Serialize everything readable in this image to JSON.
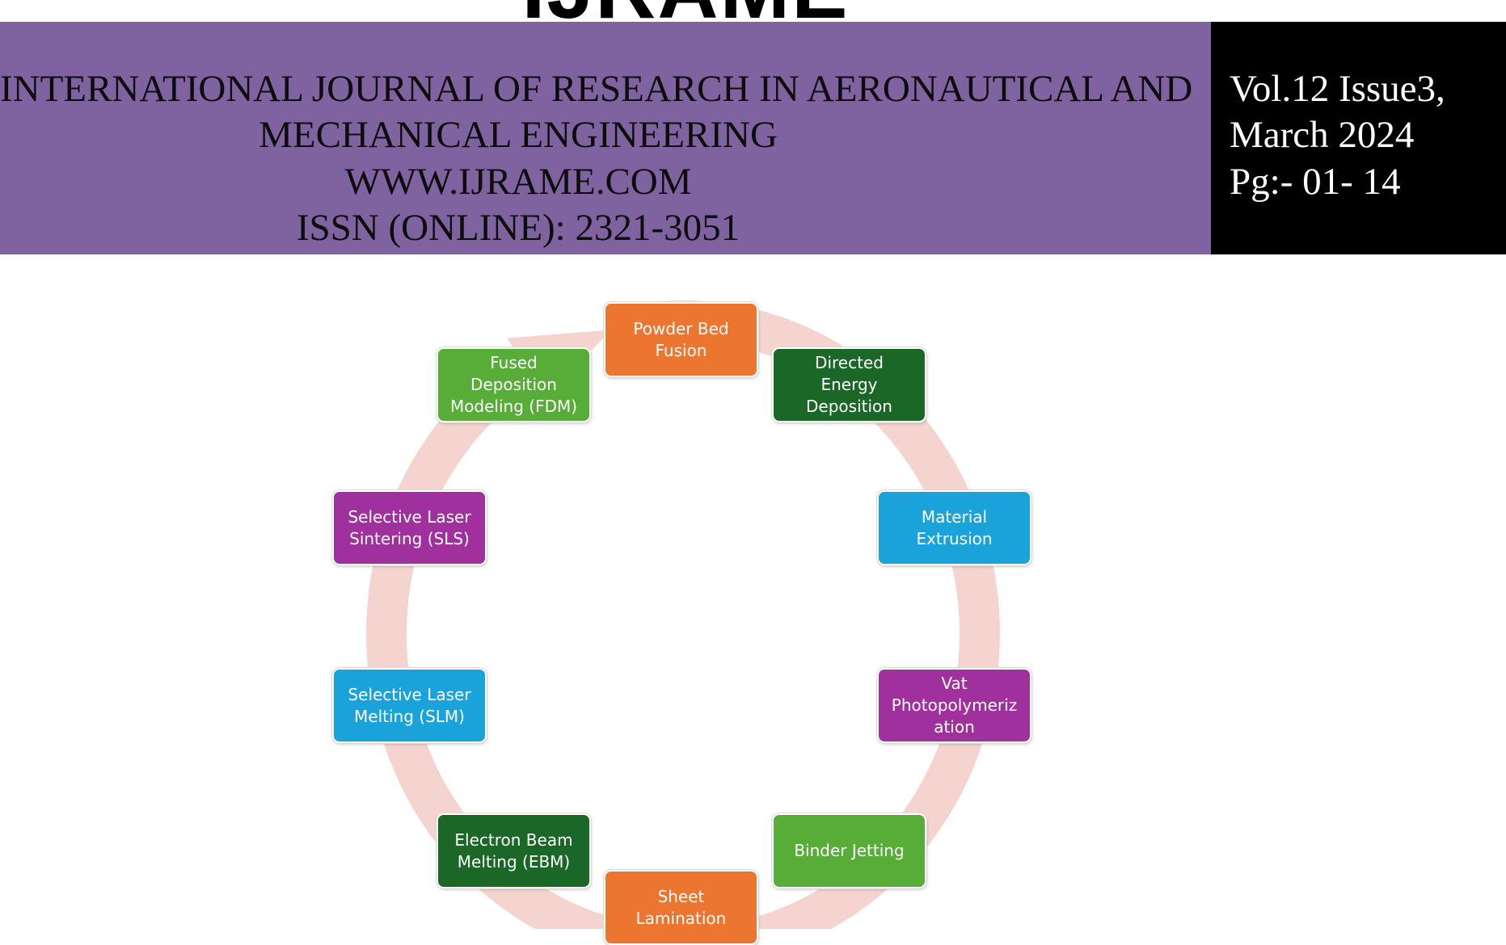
{
  "header": {
    "logo_text": "IJRAME",
    "journal_lines": [
      "INTERNATIONAL JOURNAL OF RESEARCH IN AERONAUTICAL AND",
      "MECHANICAL ENGINEERING",
      "WWW.IJRAME.COM",
      "ISSN (ONLINE): 2321-3051"
    ],
    "issue_lines": [
      "Vol.12 Issue3,",
      "March 2024",
      "Pg:- 01- 14"
    ]
  },
  "colors": {
    "banner": "#7f63a0",
    "issue_box": "#000000",
    "cycle_arrow": "#f5d4cf",
    "orange": "#ec7530",
    "dark_green": "#1b6728",
    "light_green": "#58ad38",
    "blue": "#1aa3db",
    "magenta": "#a0309d"
  },
  "diagram": {
    "nodes": [
      {
        "text": "Powder Bed\nFusion",
        "color": "orange"
      },
      {
        "text": "Directed\nEnergy\nDeposition",
        "color": "dark_green"
      },
      {
        "text": "Material\nExtrusion",
        "color": "blue"
      },
      {
        "text": "Vat\nPhotopolymeriz\nation",
        "color": "magenta"
      },
      {
        "text": "Binder Jetting",
        "color": "light_green"
      },
      {
        "text": "Sheet\nLamination",
        "color": "orange"
      },
      {
        "text": "Electron Beam\nMelting (EBM)",
        "color": "dark_green"
      },
      {
        "text": "Selective Laser\nMelting (SLM)",
        "color": "blue"
      },
      {
        "text": "Selective Laser\nSintering (SLS)",
        "color": "magenta"
      },
      {
        "text": "Fused\nDeposition\nModeling (FDM)",
        "color": "light_green"
      }
    ]
  }
}
